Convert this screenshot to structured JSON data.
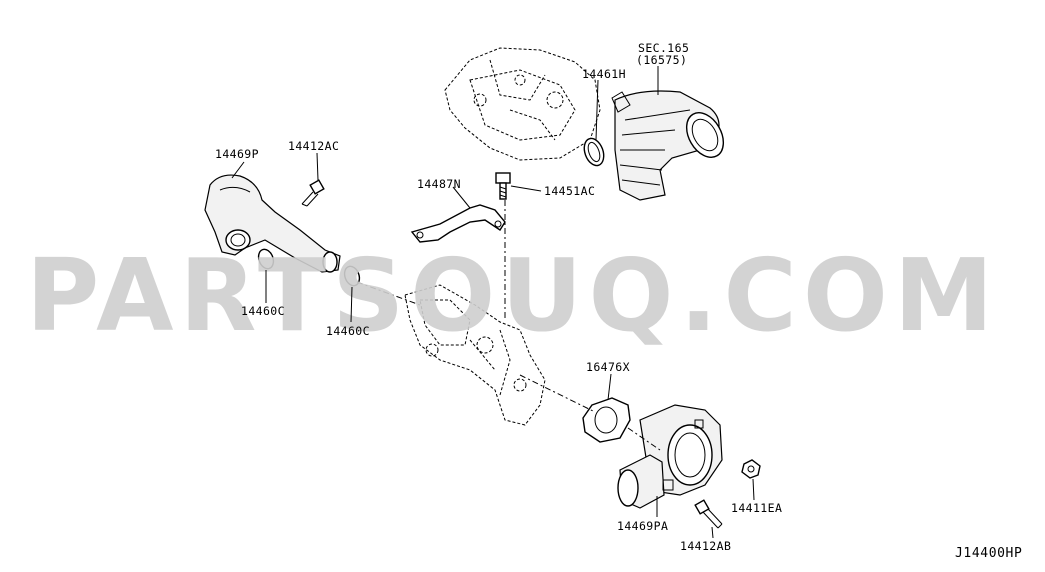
{
  "watermark": "PARTSOUQ.COM",
  "diagram_code": "J14400HP",
  "callouts": [
    {
      "id": "sec165",
      "line1": "SEC.165",
      "line2": "(16575)"
    },
    {
      "id": "p14461H",
      "text": "14461H"
    },
    {
      "id": "p14469P",
      "text": "14469P"
    },
    {
      "id": "p14412AC",
      "text": "14412AC"
    },
    {
      "id": "p14487N",
      "text": "14487N"
    },
    {
      "id": "p14451AC",
      "text": "14451AC"
    },
    {
      "id": "p14460C_a",
      "text": "14460C"
    },
    {
      "id": "p14460C_b",
      "text": "14460C"
    },
    {
      "id": "p16476X",
      "text": "16476X"
    },
    {
      "id": "p14469PA",
      "text": "14469PA"
    },
    {
      "id": "p14411EA",
      "text": "14411EA"
    },
    {
      "id": "p14412AB",
      "text": "14412AB"
    }
  ]
}
